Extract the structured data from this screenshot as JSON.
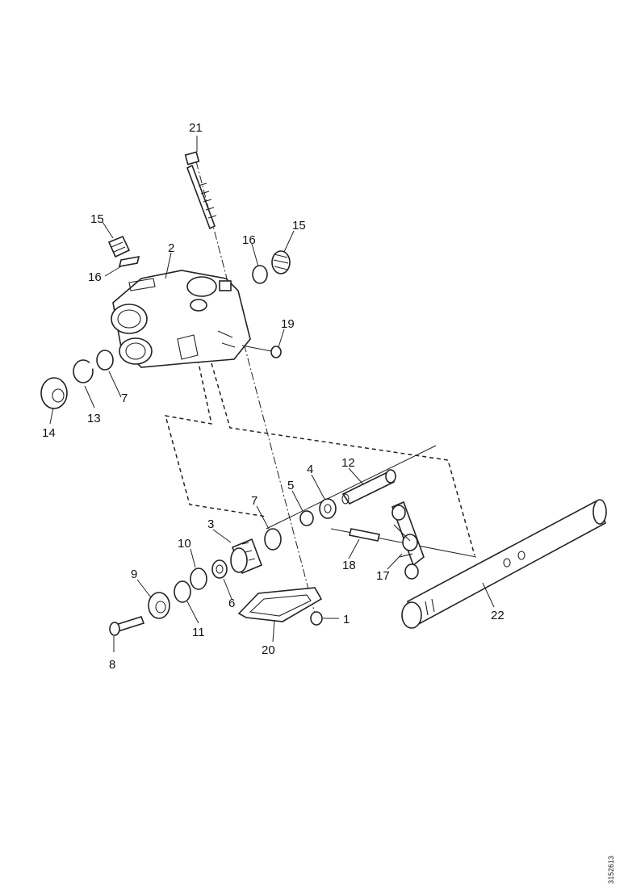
{
  "labels": {
    "l1": "1",
    "l2": "2",
    "l3": "3",
    "l4": "4",
    "l5a": "5",
    "l6": "6",
    "l7a": "7",
    "l7b": "7",
    "l8": "8",
    "l9": "9",
    "l10": "10",
    "l11": "11",
    "l12": "12",
    "l13": "13",
    "l14": "14",
    "l15a": "15",
    "l15b": "15",
    "l16a": "16",
    "l16b": "16",
    "l17": "17",
    "l18": "18",
    "l19": "19",
    "l20": "20",
    "l21": "21",
    "l22": "22"
  },
  "drawing_code": "3152613"
}
